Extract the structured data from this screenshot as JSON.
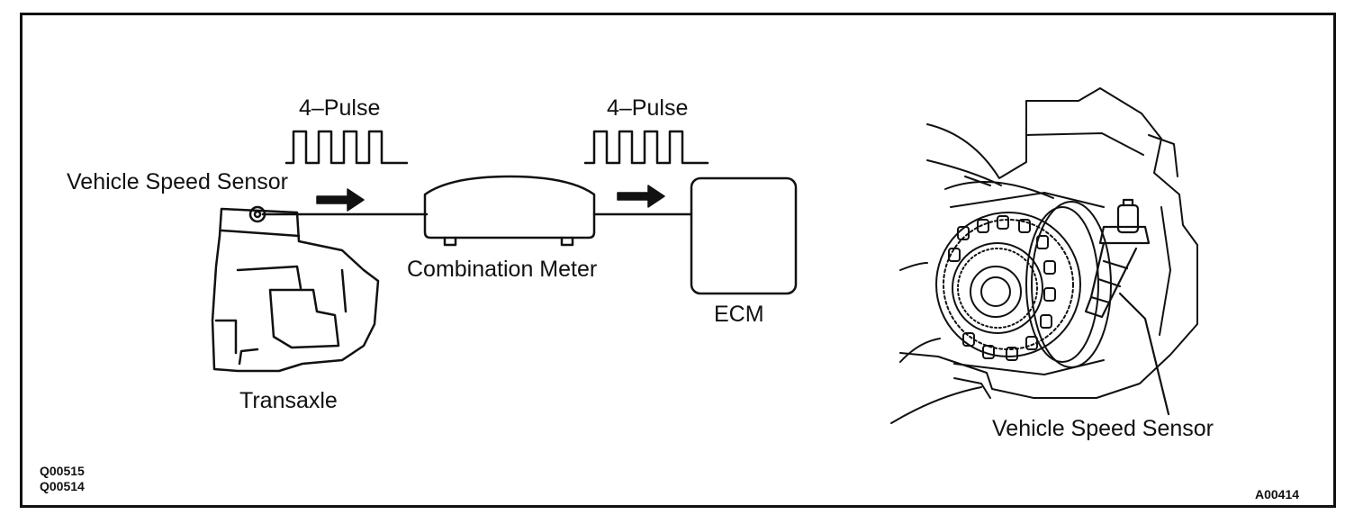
{
  "left_diagram": {
    "pulse_left": "4–Pulse",
    "pulse_right": "4–Pulse",
    "sensor_label": "Vehicle Speed Sensor",
    "meter_label": "Combination Meter",
    "ecm_label": "ECM",
    "transaxle_label": "Transaxle"
  },
  "right_diagram": {
    "sensor_label": "Vehicle Speed Sensor"
  },
  "codes": {
    "left_code_1": "Q00515",
    "left_code_2": "Q00514",
    "right_code": "A00414"
  }
}
